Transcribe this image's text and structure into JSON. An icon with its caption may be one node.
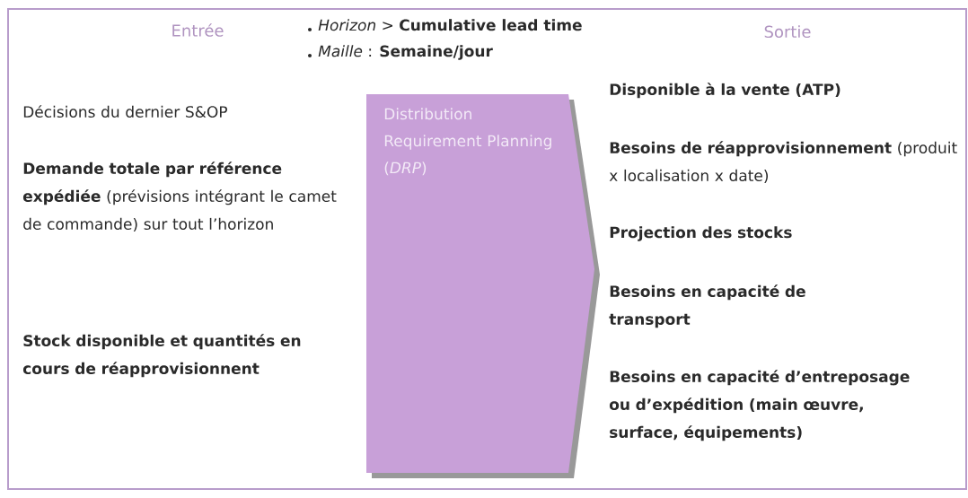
{
  "diagram": {
    "nodes": [
      {
        "text": [
          "Distribution Requirement Planning (*DRP*)"
        ]
      }
    ],
    "labels": [
      "Entrée",
      "*Horizon* > **Cumulative lead time**",
      "Sortie",
      "*Maille* : **Semaine/jour**",
      "Décisions du dernier S&OP",
      "**Demande totale par référence expédiée** (prévisions intégrant le camet de commande) sur tout l’horizon",
      "Stock disponible et quantités en cours de réapprovisionnent",
      "Disponible à la vente (ATP)",
      "**Besoins de réapprovisionnement** (produit x localisation x date)",
      "Projection des stocks",
      "Besoins en capacité de transport",
      "Besoins en capacité d’entreposage ou d’expédition (main œuvre, surface, équipements)"
    ]
  }
}
